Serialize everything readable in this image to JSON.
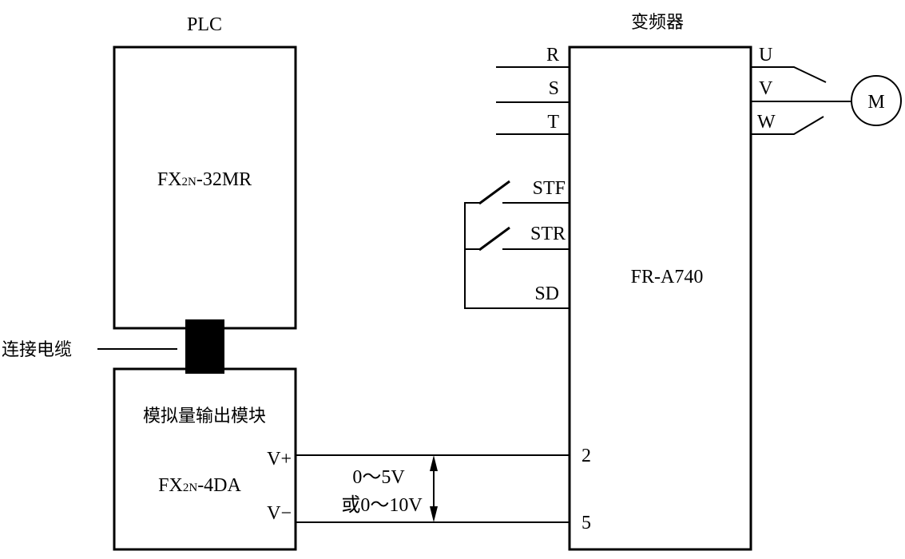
{
  "plc": {
    "title": "PLC",
    "model_prefix": "FX",
    "model_sub": "2N",
    "model_suffix": "-32MR"
  },
  "cable_label": "连接电缆",
  "module": {
    "title": "模拟量输出模块",
    "model_prefix": "FX",
    "model_sub": "2N",
    "model_suffix": "-4DA",
    "vplus": "V+",
    "vminus": "V−"
  },
  "voltage": {
    "line1": "0～5V",
    "line2": "或0～10V"
  },
  "inverter": {
    "title": "变频器",
    "model": "FR-A740",
    "inputs": [
      "R",
      "S",
      "T"
    ],
    "outputs": [
      "U",
      "V",
      "W"
    ],
    "control": [
      "STF",
      "STR",
      "SD"
    ],
    "analog": [
      "2",
      "5"
    ]
  },
  "motor": {
    "label": "M"
  }
}
